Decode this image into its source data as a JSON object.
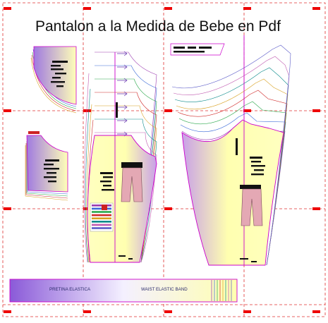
{
  "title": "Pantalon a la Medida de Bebe en Pdf",
  "band_labels": {
    "spanish": "PRETINA ELASTICA",
    "english": "WAIST ELASTIC BAND"
  },
  "colors": {
    "grid_dash": "#e03030",
    "registration_mark": "#ee0000",
    "piece_fill_yellow": "#ffffb0",
    "piece_fill_violet": "#9a6ad8",
    "outline_magenta": "#cc00cc",
    "leg_pink": "#e4a8b4"
  },
  "size_line_colors": [
    "#9a3ab0",
    "#3a6ad8",
    "#2aa84a",
    "#d02a2a",
    "#d8a020",
    "#0a8a8a",
    "#c05ab0",
    "#5a5ac8"
  ]
}
